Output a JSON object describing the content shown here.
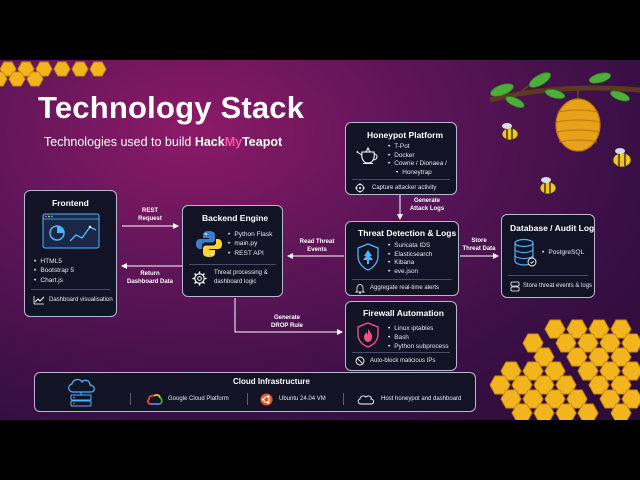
{
  "header": {
    "title": "Technology Stack",
    "subtitle_prefix": "Technologies used to build",
    "brand_part1": "Hack",
    "brand_part2": "My",
    "brand_part3": "Teapot"
  },
  "frontend": {
    "title": "Frontend",
    "items": [
      "HTML5",
      "Bootstrap 5",
      "Chart.js"
    ],
    "footer": "Dashboard visualisation"
  },
  "backend": {
    "title": "Backend Engine",
    "items": [
      "Python Flask",
      "main.py",
      "REST API"
    ],
    "footer_line1": "Threat processing &",
    "footer_line2": "dashboard logic"
  },
  "honeypot": {
    "title": "Honeypot Platform",
    "items": [
      "T-Pot",
      "Docker",
      "Cowrie / Dionaea /",
      "Honeytrap"
    ],
    "footer": "Capture attacker activity"
  },
  "detection": {
    "title": "Threat Detection & Logs",
    "items": [
      "Suricata IDS",
      "Elasticsearch",
      "Kibana",
      "eve.json"
    ],
    "footer": "Aggregate real-time alerts"
  },
  "database": {
    "title": "Database / Audit Log",
    "items": [
      "PostgreSQL"
    ],
    "footer": "Store threat events & logs"
  },
  "firewall": {
    "title": "Firewall Automation",
    "items": [
      "Linux iptables",
      "Bash",
      "Python subprocess"
    ],
    "footer": "Auto-block malicious IPs"
  },
  "cloud": {
    "title": "Cloud Infrastructure",
    "gcp": "Google Cloud Platform",
    "ubuntu": "Ubuntu 24.04 VM",
    "host": "Host honeypot and dashboard"
  },
  "edges": {
    "rest_request_1": "REST",
    "rest_request_2": "Request",
    "return_data_1": "Return",
    "return_data_2": "Dashboard Data",
    "attack_logs_1": "Generate",
    "attack_logs_2": "Attack Logs",
    "read_events_1": "Read Threat",
    "read_events_2": "Events",
    "store_data_1": "Store",
    "store_data_2": "Threat Data",
    "drop_rule_1": "Generate",
    "drop_rule_2": "DROP Rule"
  },
  "colors": {
    "accent_pink": "#ff4fa3",
    "honey": "#f5b21d",
    "box_bg": "#121426",
    "icon_blue": "#4db5ff"
  },
  "icons": {
    "frontend": "dashboard-chart-icon",
    "backend": "python-logo-icon",
    "honeypot": "teapot-icon",
    "detection": "shield-tree-icon",
    "database": "database-cylinder-icon",
    "firewall": "shield-fire-icon",
    "cloud": "cloud-server-icon"
  }
}
